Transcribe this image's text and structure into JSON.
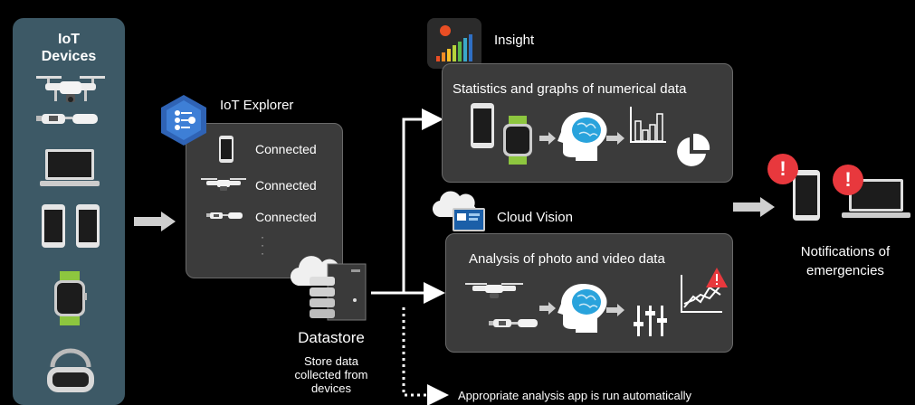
{
  "iot_devices": {
    "title_line1": "IoT",
    "title_line2": "Devices"
  },
  "explorer": {
    "title": "IoT Explorer",
    "rows": [
      {
        "icon": "smartphone-icon",
        "status": "Connected"
      },
      {
        "icon": "drone-icon",
        "status": "Connected"
      },
      {
        "icon": "smart-glasses-icon",
        "status": "Connected"
      }
    ]
  },
  "datastore": {
    "label": "Datastore",
    "desc_line1": "Store data",
    "desc_line2": "collected from",
    "desc_line3": "devices"
  },
  "insight": {
    "title": "Insight",
    "panel_title": "Statistics and graphs of numerical data"
  },
  "cloud_vision": {
    "title": "Cloud Vision",
    "panel_title": "Analysis of photo and video data"
  },
  "notifications": {
    "line1": "Notifications of",
    "line2": "emergencies",
    "alert_mark": "!"
  },
  "footer": {
    "note": "Appropriate analysis app is run automatically"
  },
  "colors": {
    "sidebar": "#3d5966",
    "panel": "#3b3b3b",
    "accent_green": "#8dc63f",
    "alert_red": "#e8383d",
    "brain_blue": "#29a3dc"
  }
}
